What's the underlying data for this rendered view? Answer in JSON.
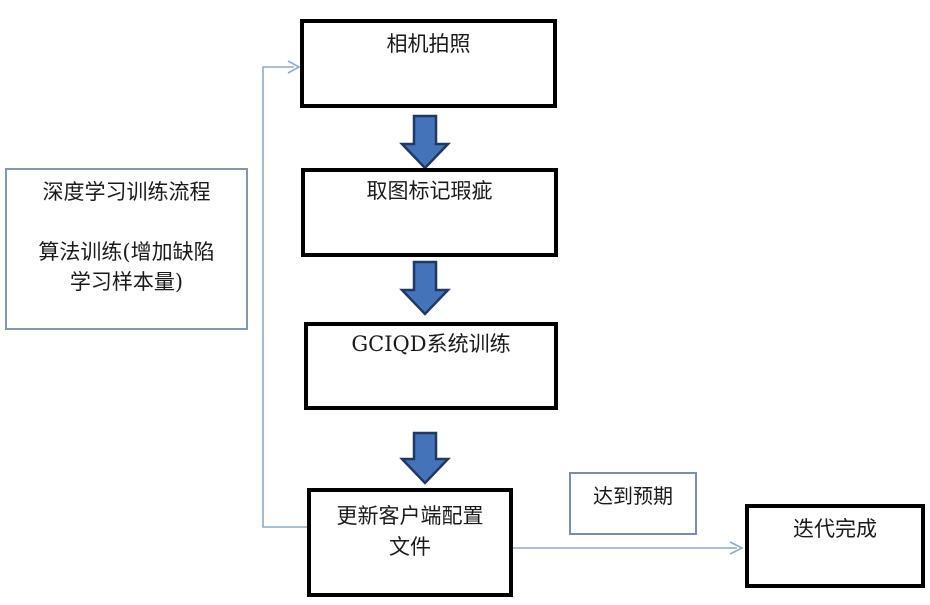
{
  "colors": {
    "background": "#ffffff",
    "text": "#1a1a1a",
    "box_border": "#000000",
    "block_arrow_fill": "#4573b9",
    "block_arrow_stroke": "#1f3864",
    "connector": "#8fa9c9",
    "note_border": "#8496b0",
    "label_border": "#7b8ea6"
  },
  "flowchart": {
    "nodes": {
      "camera_capture": {
        "label": "相机拍照"
      },
      "mark_defects": {
        "label": "取图标记瑕疵"
      },
      "gciqd_training": {
        "label": "GCIQD系统训练"
      },
      "update_client_config": {
        "line1": "更新客户端配置",
        "line2": "文件"
      },
      "iteration_complete": {
        "label": "迭代完成"
      }
    },
    "side_note": {
      "line1": "深度学习训练流程",
      "line2": "算法训练(增加缺陷",
      "line3": "学习样本量)"
    },
    "edge_labels": {
      "expectation_met": "达到预期"
    }
  }
}
